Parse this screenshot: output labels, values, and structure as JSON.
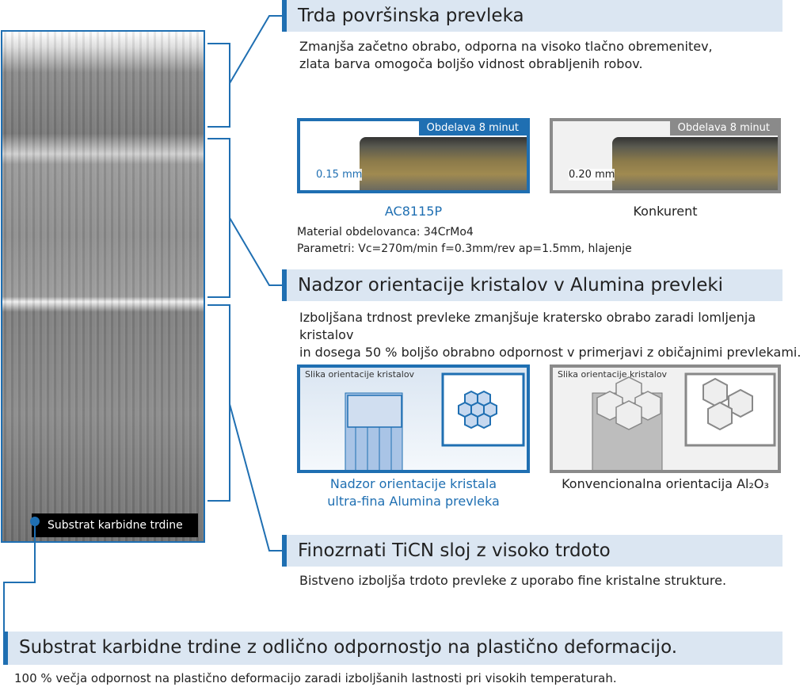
{
  "sections": [
    {
      "title": "Trda površinska prevleka",
      "desc": [
        "Zmanjša začetno obrabo, odporna na visoko tlačno obremenitev,",
        "zlata barva omogoča boljšo vidnost obrabljenih robov."
      ]
    },
    {
      "title": "Nadzor orientacije kristalov v Alumina prevleki",
      "desc": [
        "Izboljšana trdnost prevleke zmanjšuje kratersko obrabo zaradi lomljenja kristalov",
        "in dosega 50 % boljšo obrabno odpornost v primerjavi z običajnimi prevlekami."
      ]
    },
    {
      "title": "Finozrnati TiCN sloj z visoko trdoto",
      "desc": [
        "Bistveno izboljša trdoto prevleke z uporabo fine kristalne strukture."
      ]
    },
    {
      "title": "Substrat karbidne trdine z odlično odpornostjo na plastično deformacijo.",
      "desc": [
        "100 % večja odpornost na plastično deformacijo zaradi izboljšanih lastnosti pri visokih temperaturah."
      ]
    }
  ],
  "wear": {
    "tag": "Obdelava 8 minut",
    "left": {
      "value": "0.15 mm",
      "caption": "AC8115P"
    },
    "right": {
      "value": "0.20 mm",
      "caption": "Konkurent"
    },
    "material": "Material obdelovanca: 34CrMo4",
    "params": "Parametri: Vc=270m/min f=0.3mm/rev ap=1.5mm, hlajenje"
  },
  "crystal": {
    "tag": "Slika orientacije kristalov",
    "left_caption": [
      "Nadzor orientacije kristala",
      "ultra-fina Alumina prevleka"
    ],
    "right_caption": "Konvencionalna orientacija Al₂O₃"
  },
  "substrate_label": "Substrat karbidne trdine",
  "colors": {
    "accent": "#1f6fb2",
    "heading_bg": "#dbe6f2"
  }
}
